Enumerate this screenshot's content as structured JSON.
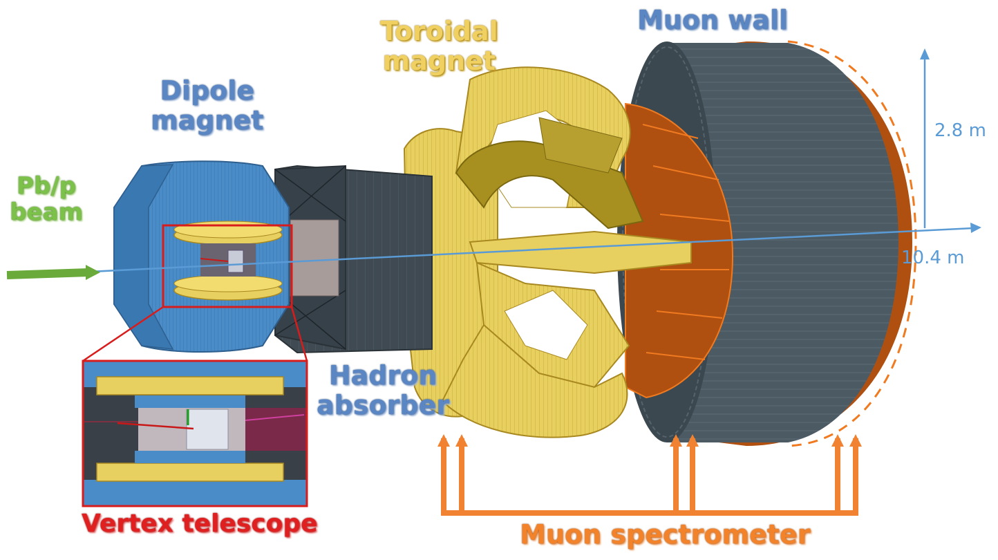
{
  "labels": {
    "muon_wall": "Muon wall",
    "toroidal_magnet_line1": "Toroidal",
    "toroidal_magnet_line2": "magnet",
    "dipole_magnet_line1": "Dipole",
    "dipole_magnet_line2": "magnet",
    "beam_line1": "Pb/p",
    "beam_line2": "beam",
    "hadron_absorber_line1": "Hadron",
    "hadron_absorber_line2": "absorber",
    "vertex_telescope": "Vertex telescope",
    "muon_spectrometer": "Muon spectrometer"
  },
  "dimensions": {
    "height": "2.8 m",
    "length": "10.4 m"
  },
  "colors": {
    "dipole_blue": "#4a8cc8",
    "magnet_gold": "#e8d060",
    "absorber_grey": "#3f4a52",
    "wall_grey": "#4c5a64",
    "spectrometer_orange": "#c85a14",
    "beam_green": "#6aaa3a",
    "axis_blue": "#5b9bd5",
    "telescope_red": "#d81c1c",
    "arrow_orange": "#f08232"
  }
}
